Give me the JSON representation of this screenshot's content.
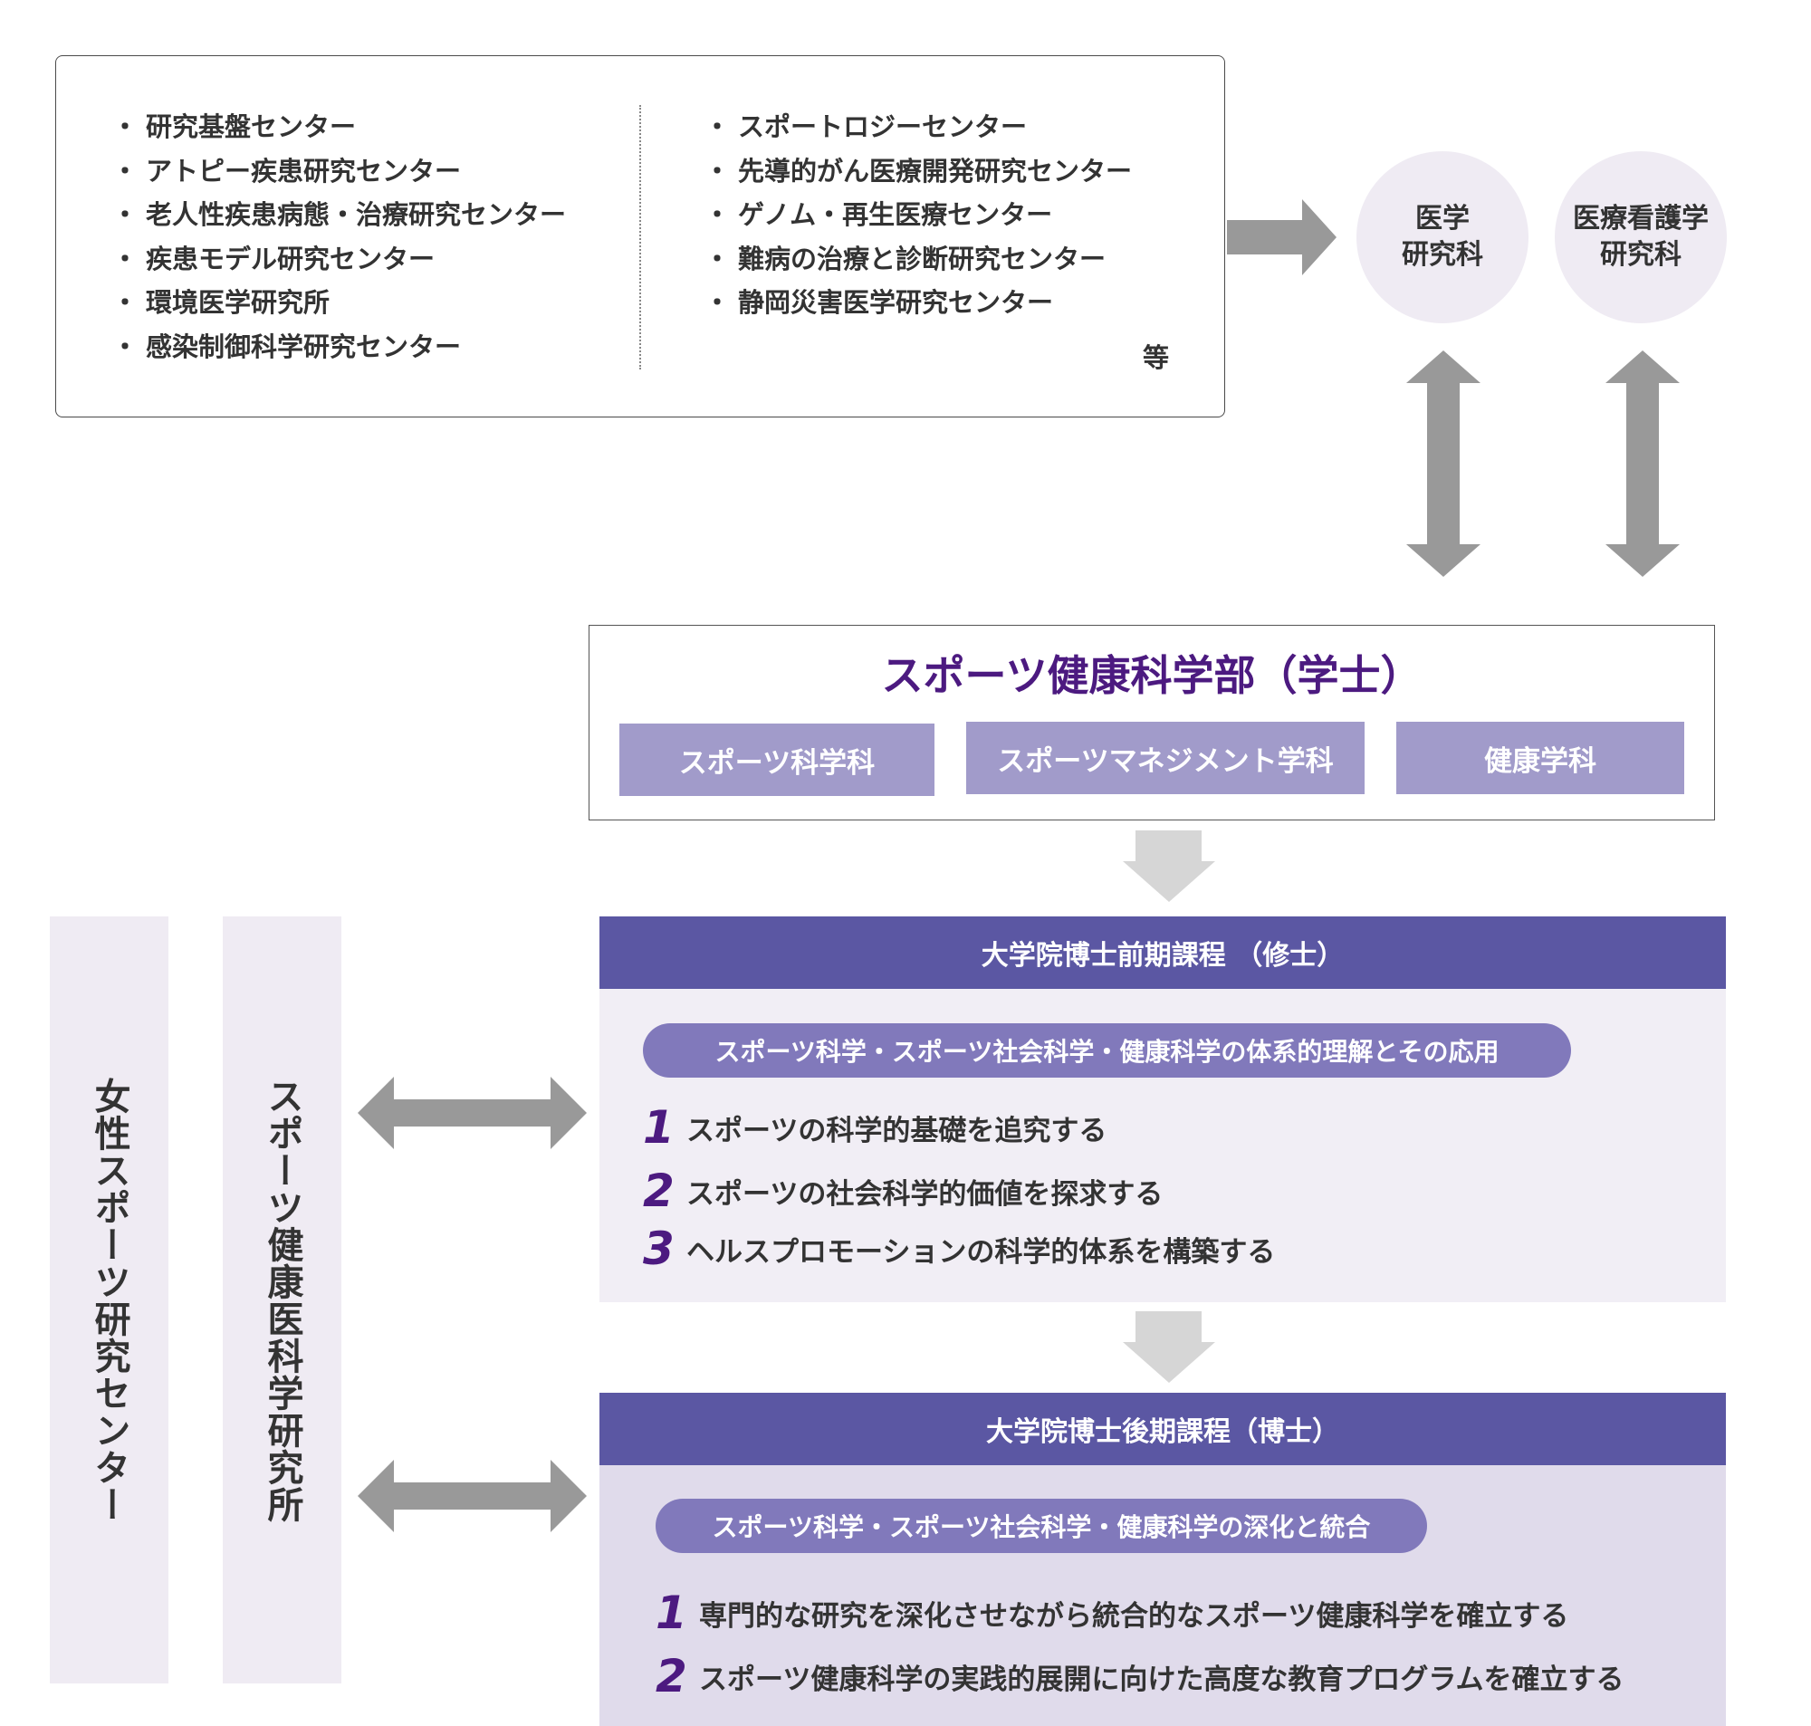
{
  "research": {
    "left_items": [
      "研究基盤センター",
      "アトピー疾患研究センター",
      "老人性疾患病態・治療研究センター",
      "疾患モデル研究センター",
      "環境医学研究所",
      "感染制御科学研究センター"
    ],
    "right_items": [
      "スポートロジーセンター",
      "先導的がん医療開発研究センター",
      "ゲノム・再生医療センター",
      "難病の治療と診断研究センター",
      "静岡災害医学研究センター"
    ],
    "etc": "等"
  },
  "graduate_schools": {
    "medical": "医学\n研究科",
    "nursing": "医療看護学\n研究科"
  },
  "faculty": {
    "title": "スポーツ健康科学部（学士）",
    "departments": [
      "スポーツ科学科",
      "スポーツマネジメント学科",
      "健康学科"
    ]
  },
  "side_boxes": {
    "women_center": "女性スポーツ研究センター",
    "institute": "スポーツ健康医科学研究所"
  },
  "master": {
    "header": "大学院博士前期課程 （修士）",
    "theme": "スポーツ科学・スポーツ社会科学・健康科学の体系的理解とその応用",
    "goals": [
      {
        "num": "1",
        "text": "スポーツの科学的基礎を追究する"
      },
      {
        "num": "2",
        "text": "スポーツの社会科学的価値を探求する"
      },
      {
        "num": "3",
        "text": "ヘルスプロモーションの科学的体系を構築する"
      }
    ]
  },
  "doctor": {
    "header": "大学院博士後期課程（博士）",
    "theme": "スポーツ科学・スポーツ社会科学・健康科学の深化と統合",
    "goals": [
      {
        "num": "1",
        "text": "専門的な研究を深化させながら統合的なスポーツ健康科学を確立する"
      },
      {
        "num": "2",
        "text": "スポーツ健康科学の実践的展開に向けた高度な教育プログラムを確立する"
      }
    ]
  },
  "colors": {
    "accent_purple": "#4c1a80",
    "header_purple": "#5b57a3",
    "pill_purple": "#8179bb",
    "dept_purple": "#a19bca",
    "light_lavender": "#efebf3",
    "arrow_gray": "#999999",
    "flow_arrow_gray": "#d6d6d6"
  }
}
